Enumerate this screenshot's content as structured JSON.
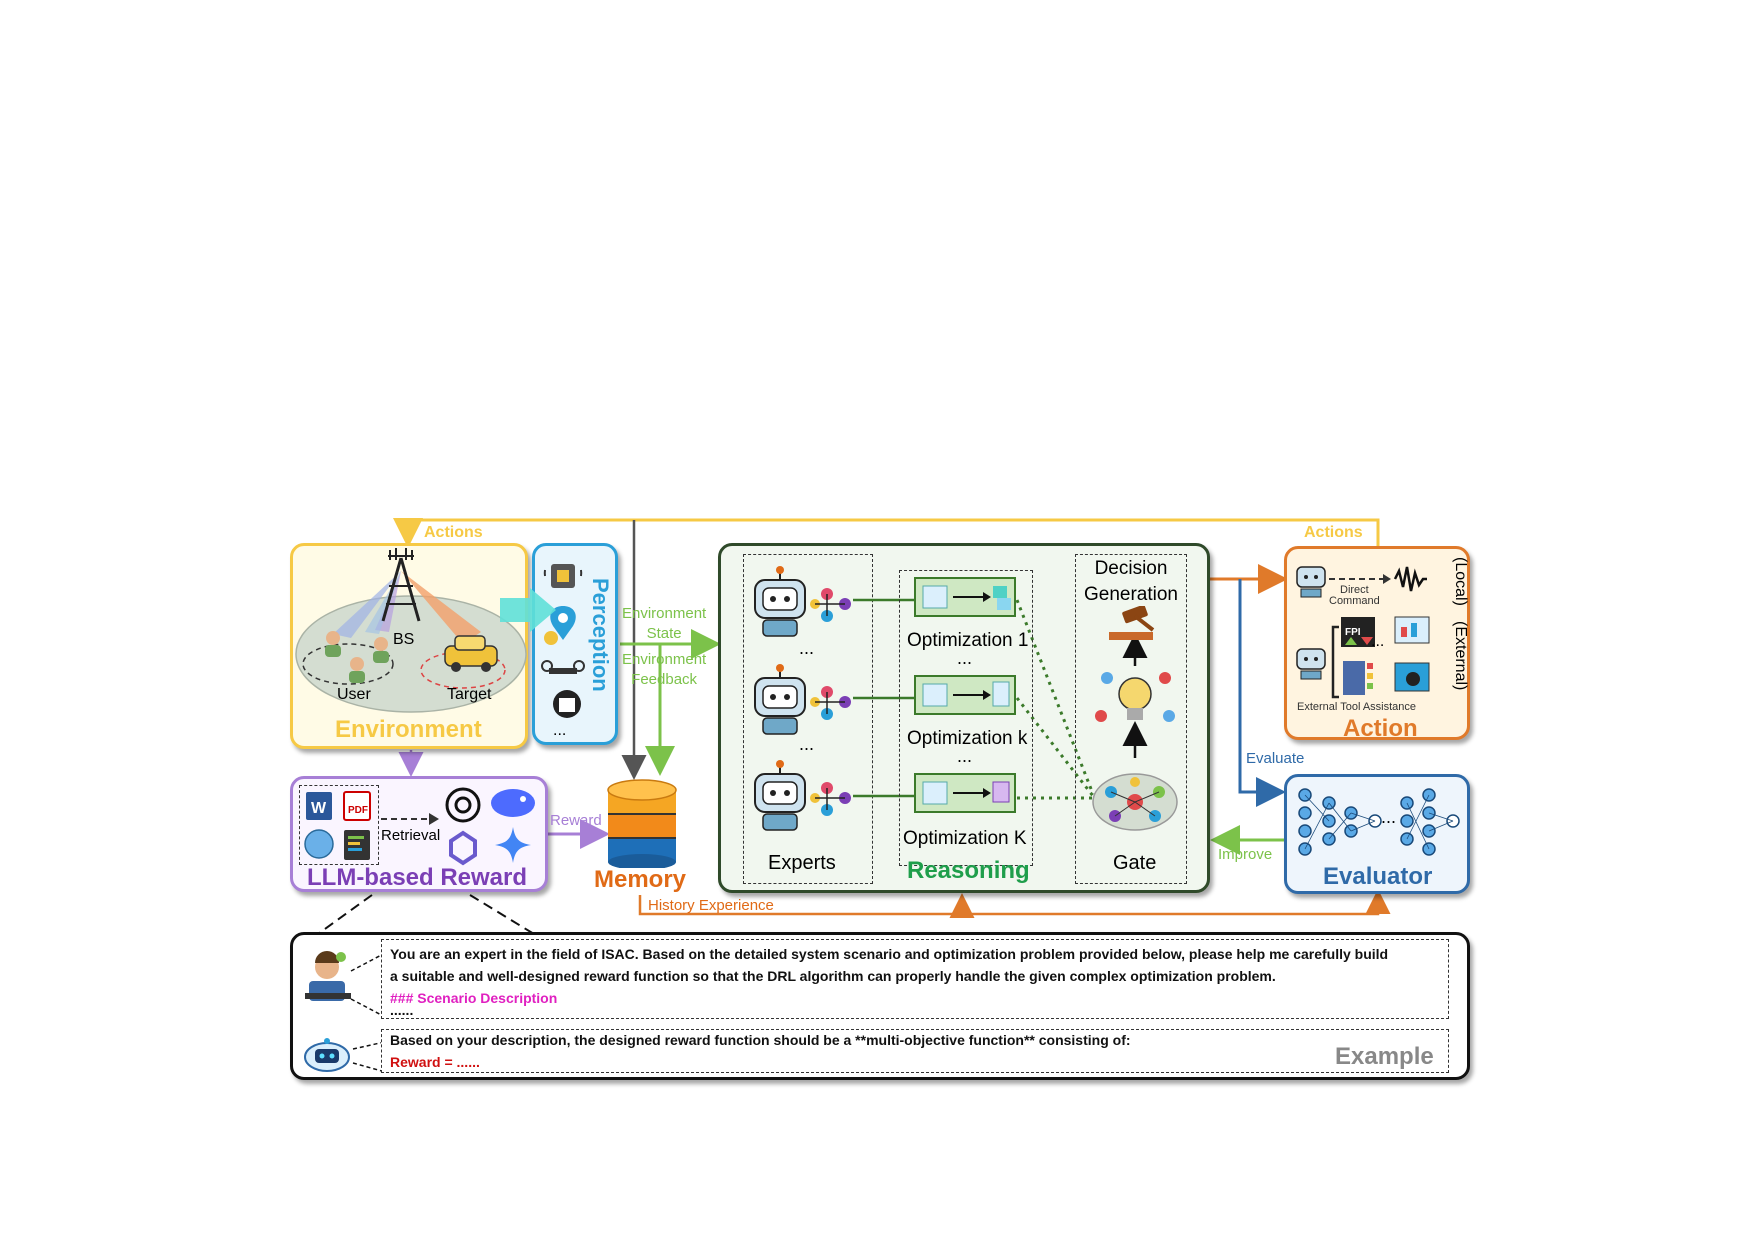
{
  "environment": {
    "title": "Environment",
    "bs": "BS",
    "user": "User",
    "target": "Target",
    "actions": "Actions"
  },
  "perception": {
    "title": "Perception",
    "ellipsis": "..."
  },
  "arrows": {
    "environment_state": [
      "Environment",
      "State"
    ],
    "environment_feedback": [
      "Environment",
      "Feedback"
    ],
    "reward": "Reward",
    "retrieval": "Retrieval",
    "history": "History Experience",
    "evaluate": "Evaluate",
    "improve": "Improve"
  },
  "llm_reward": {
    "title": "LLM-based Reward"
  },
  "memory": {
    "title": "Memory"
  },
  "reasoning": {
    "title": "Reasoning",
    "experts": "Experts",
    "ellipsis": "...",
    "optimizations": [
      "Optimization 1",
      "Optimization k",
      "Optimization K"
    ],
    "decision": [
      "Decision",
      "Generation"
    ],
    "gate": "Gate"
  },
  "action": {
    "title": "Action",
    "actions_label": "Actions",
    "local": "(Local)",
    "external": "(External)",
    "direct_command": [
      "Direct",
      "Command"
    ],
    "tool_assist": "External Tool Assistance",
    "ellipsis": "..."
  },
  "evaluator": {
    "title": "Evaluator",
    "ellipsis": "..."
  },
  "example": {
    "label": "Example",
    "user_line1": "You are an expert in the field of ISAC. Based on the detailed system scenario and optimization problem provided below, please help me carefully build",
    "user_line2": "a suitable and well-designed reward function so that the DRL algorithm can properly handle the given complex optimization problem.",
    "user_line3": "### Scenario Description",
    "user_line4": "......",
    "bot_line1": "Based on your description, the designed reward function should be a **multi-objective function** consisting of:",
    "bot_line2": "Reward = ......"
  },
  "colors": {
    "env": "#f6c945",
    "perception": "#2a9fd8",
    "llm": "#7b3fb5",
    "memory": "#e06a16",
    "reasoning": "#1f9e4b",
    "action": "#e07a2a",
    "evaluator": "#2f6aa8",
    "green_arrow": "#7cc24a"
  }
}
